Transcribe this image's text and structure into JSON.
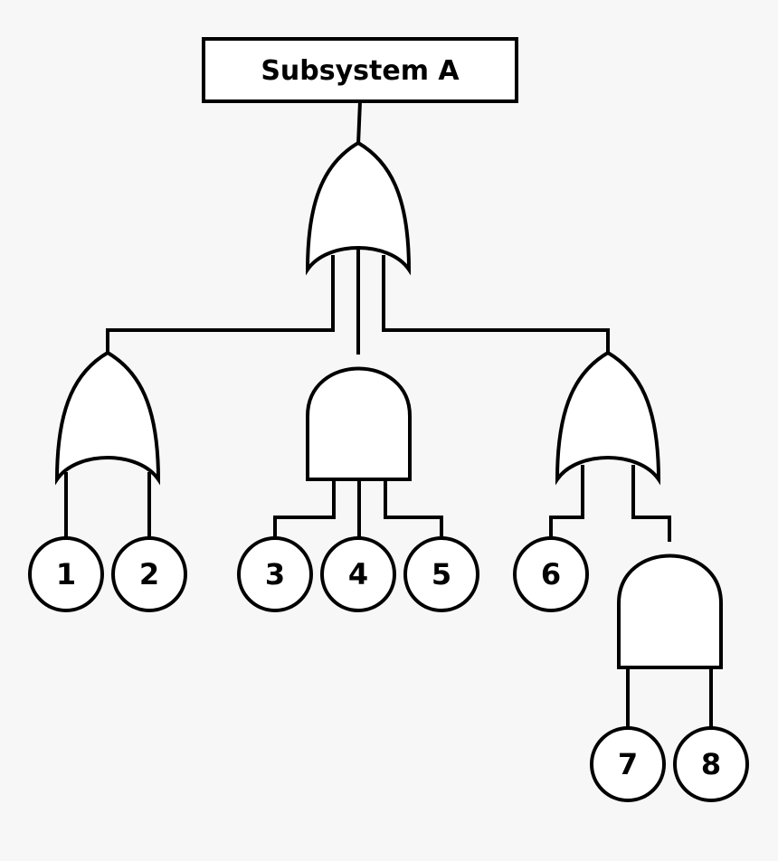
{
  "top_event": {
    "label": "Subsystem A"
  },
  "gates": [
    {
      "id": "g-top",
      "type": "or"
    },
    {
      "id": "g-left",
      "type": "or"
    },
    {
      "id": "g-middle",
      "type": "and"
    },
    {
      "id": "g-right",
      "type": "or"
    },
    {
      "id": "g-right-sub",
      "type": "and"
    }
  ],
  "events": [
    {
      "label": "1"
    },
    {
      "label": "2"
    },
    {
      "label": "3"
    },
    {
      "label": "4"
    },
    {
      "label": "5"
    },
    {
      "label": "6"
    },
    {
      "label": "7"
    },
    {
      "label": "8"
    }
  ]
}
